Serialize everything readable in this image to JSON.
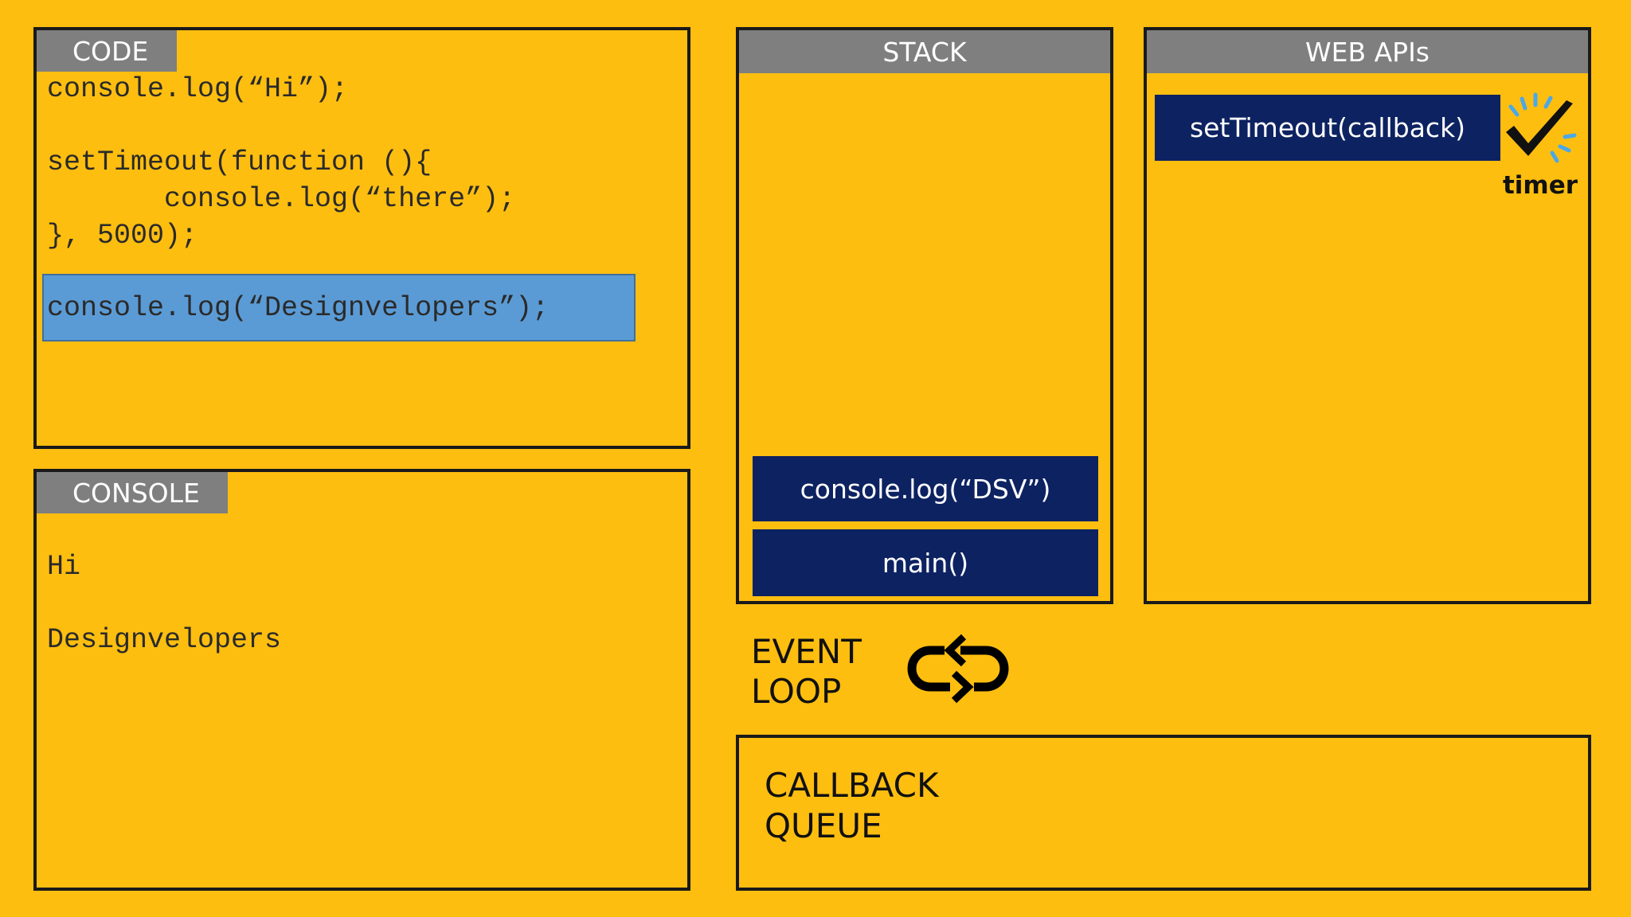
{
  "code": {
    "tab": "CODE",
    "lines": [
      "console.log(“Hi”);",
      "setTimeout(function (){",
      "       console.log(“there”);",
      "}, 5000);",
      "console.log(“Designvelopers”);"
    ]
  },
  "console": {
    "tab": "CONSOLE",
    "outputs": [
      "Hi",
      "Designvelopers"
    ]
  },
  "stack": {
    "tab": "STACK",
    "frames": [
      "console.log(“DSV”)",
      "main()"
    ]
  },
  "web_apis": {
    "tab": "WEB APIs",
    "item": "setTimeout(callback)",
    "timer_label": "timer",
    "timer_icon": "timer-check-icon"
  },
  "event_loop": {
    "line1": "EVENT",
    "line2": "LOOP",
    "icon": "loop-arrows-icon"
  },
  "callback_queue": {
    "line1": "CALLBACK",
    "line2": "QUEUE"
  },
  "colors": {
    "background": "#FEBE10",
    "tab_gray": "#7f7f7f",
    "navy": "#0d2261",
    "highlight": "#5b9bd5"
  }
}
